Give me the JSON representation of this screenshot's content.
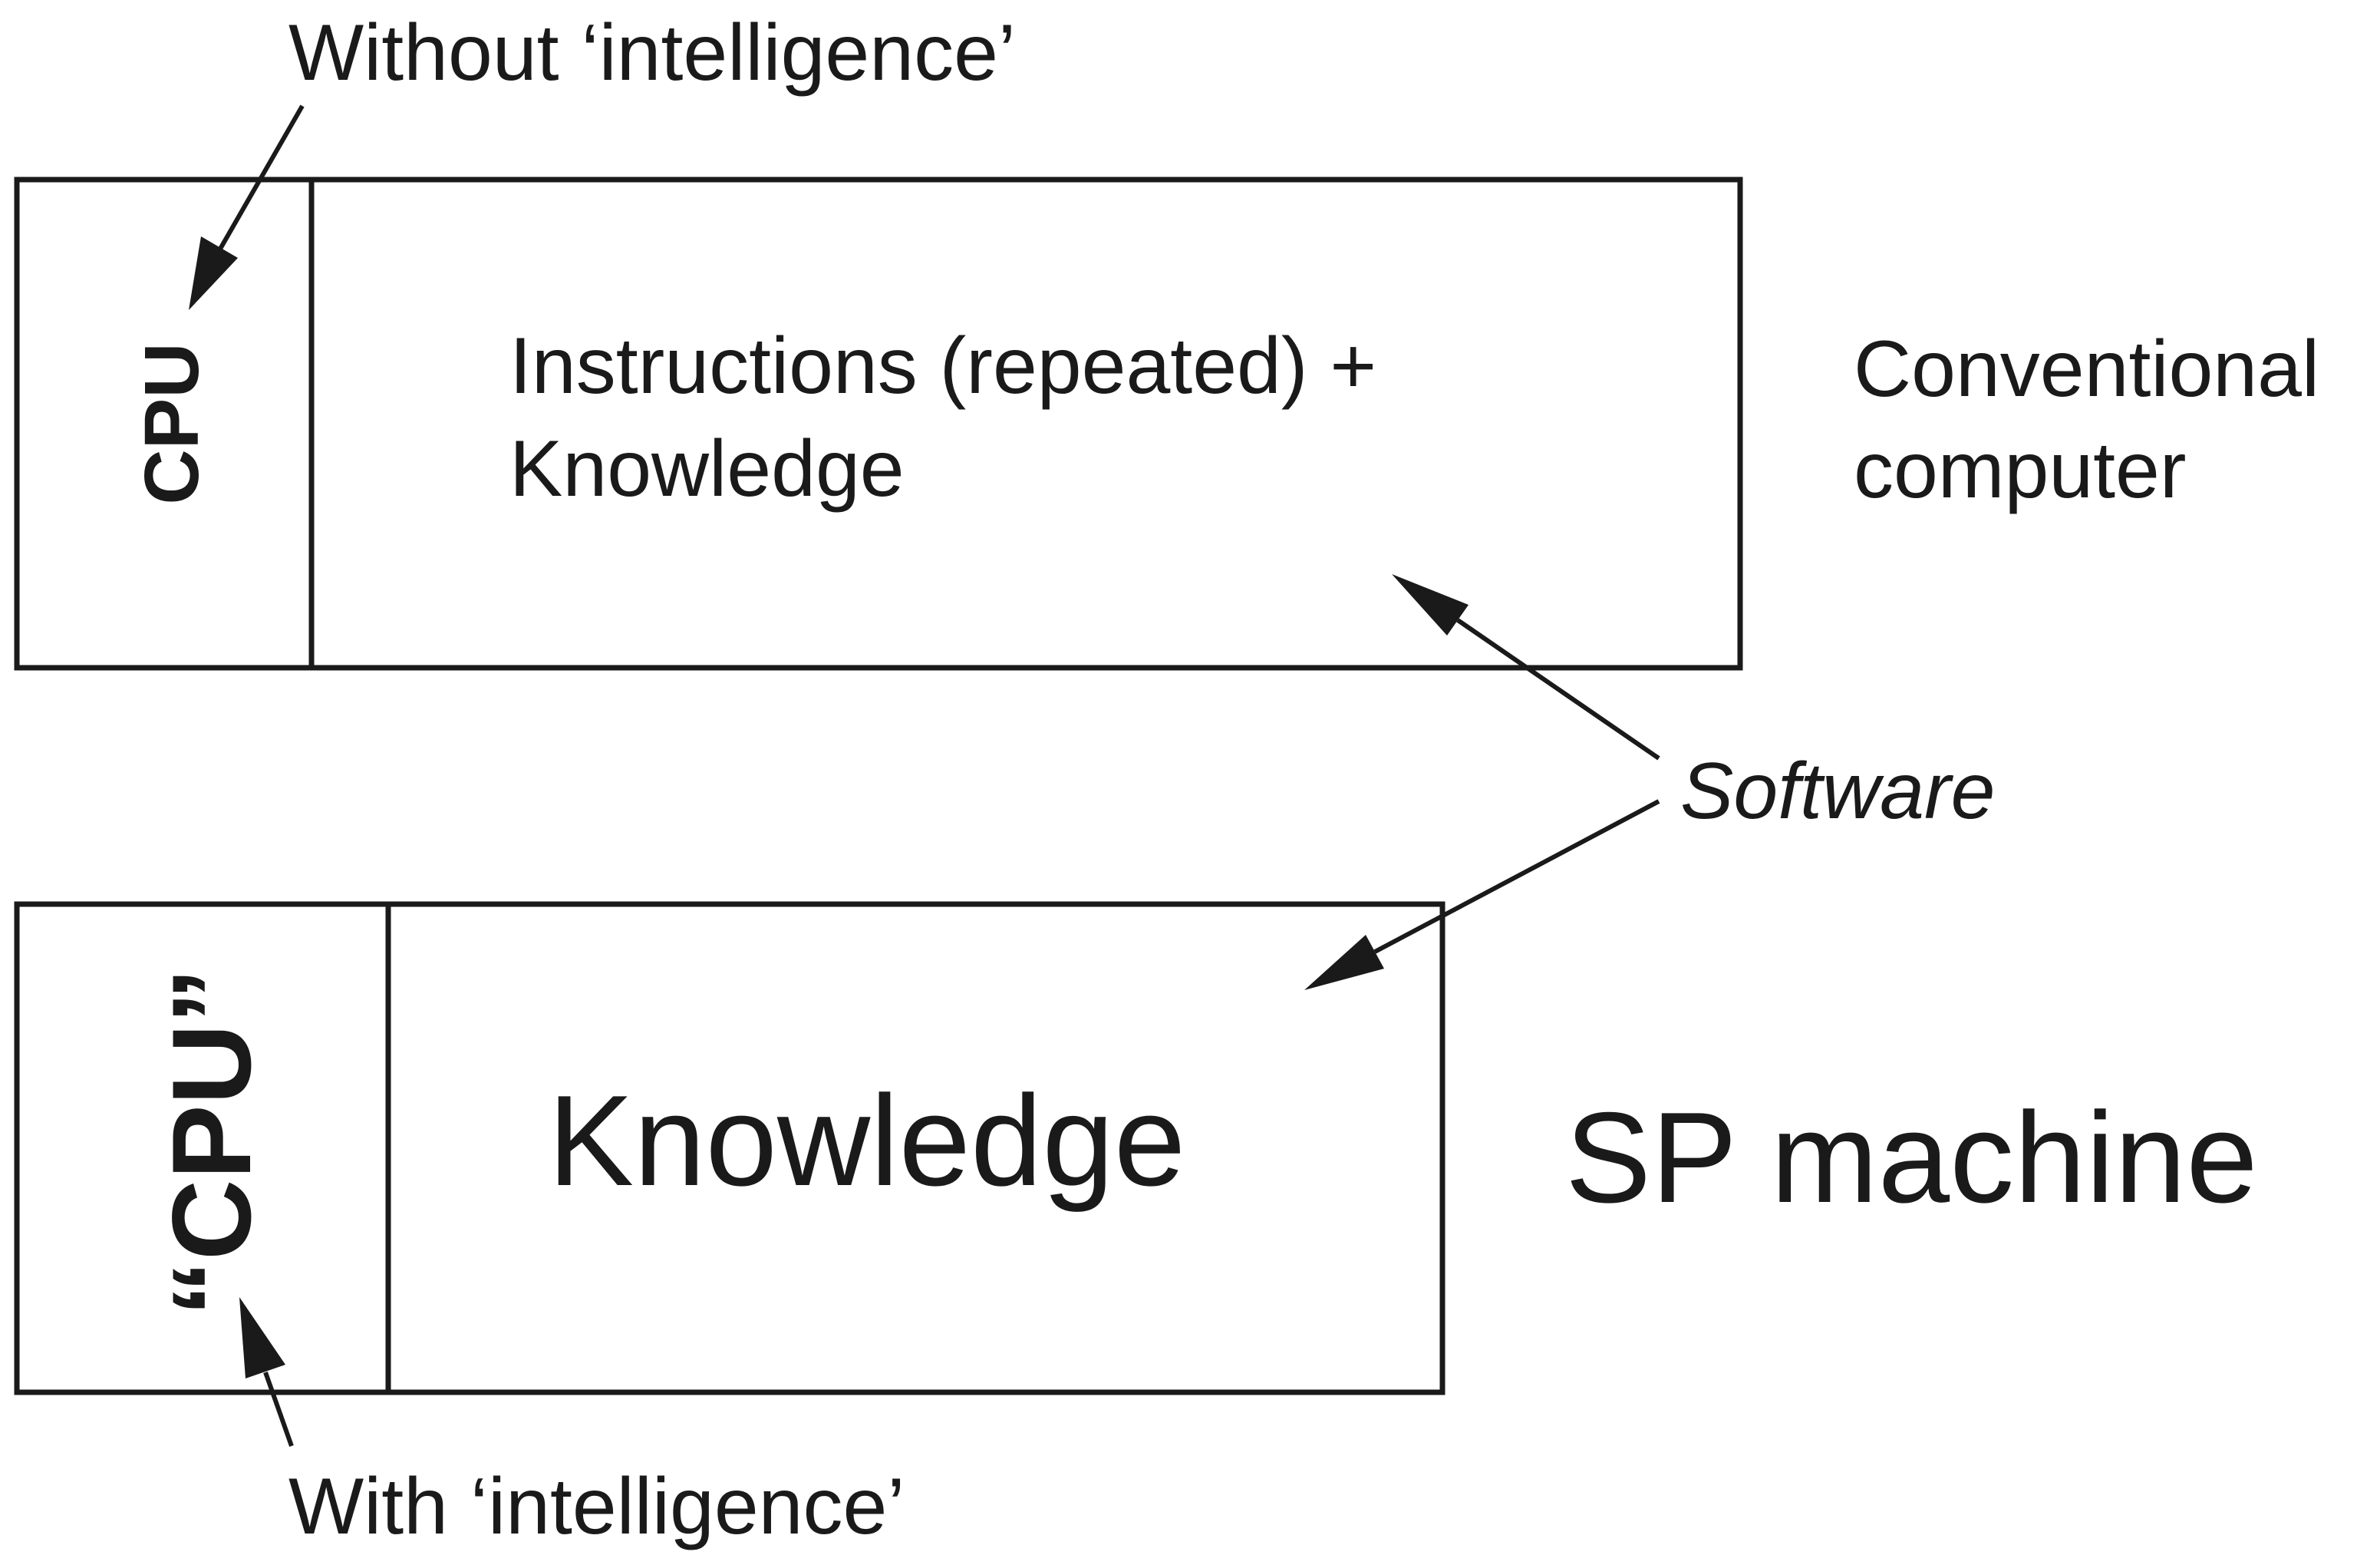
{
  "labels": {
    "without_intelligence": "Without ‘intelligence’",
    "with_intelligence": "With ‘intelligence’",
    "software": "Software"
  },
  "conventional": {
    "cpu_label": "CPU",
    "content_line1": "Instructions (repeated) +",
    "content_line2": "Knowledge",
    "name_line1": "Conventional",
    "name_line2": "computer"
  },
  "sp_machine": {
    "cpu_label": "“CPU”",
    "content": "Knowledge",
    "name": "SP machine"
  },
  "colors": {
    "stroke": "#1a1a1a",
    "background": "#ffffff"
  }
}
